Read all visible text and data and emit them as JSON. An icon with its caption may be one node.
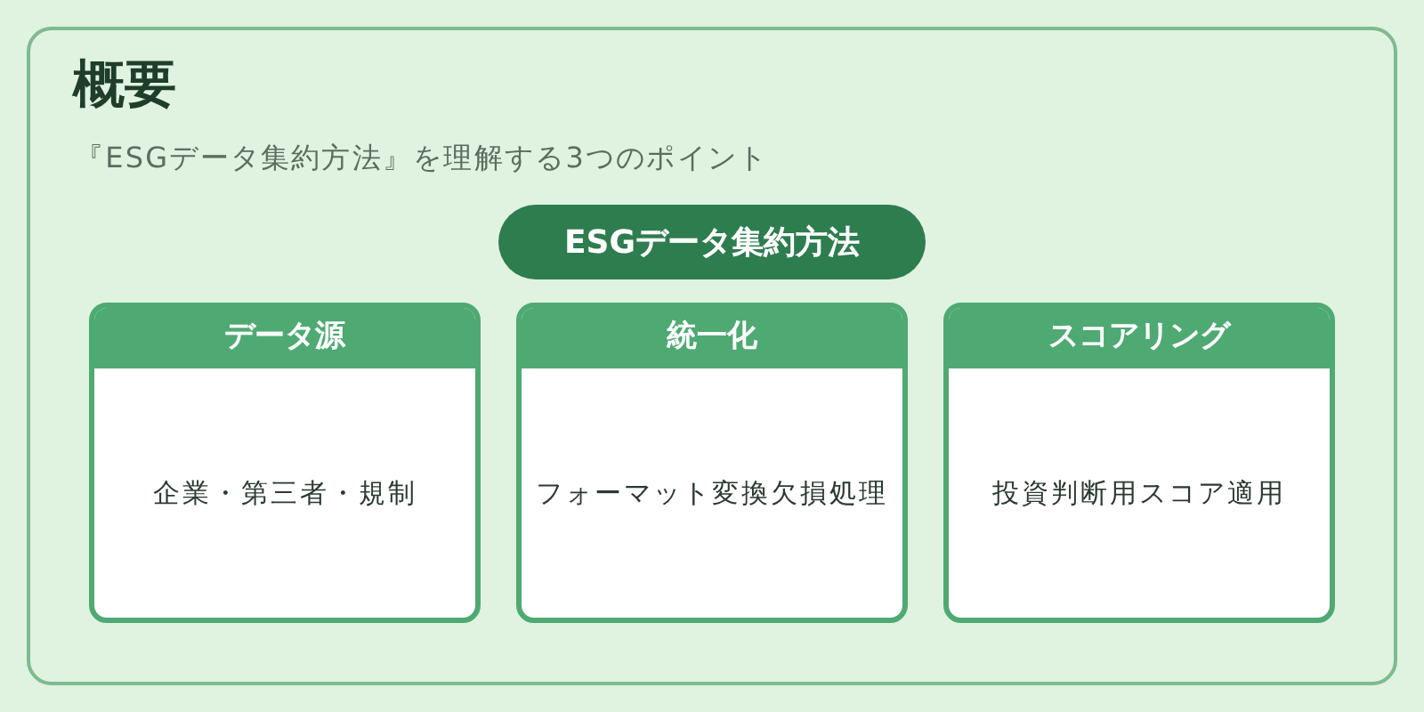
{
  "diagram": {
    "nodes": [
      {
        "text": [
          "概要",
          "『ESGデータ集約方法』を理解する3つのポイント"
        ]
      },
      {
        "text": [
          "ESGデータ集約方法"
        ],
        "in": 0
      },
      {
        "text": [
          "データ源",
          "企業・第三者・規制"
        ],
        "in": 0
      },
      {
        "text": [
          "統一化",
          "フォーマット変換欠損処理"
        ],
        "in": 0
      },
      {
        "text": [
          "スコアリング",
          "投資判断用スコア適用"
        ],
        "in": 0
      }
    ]
  }
}
